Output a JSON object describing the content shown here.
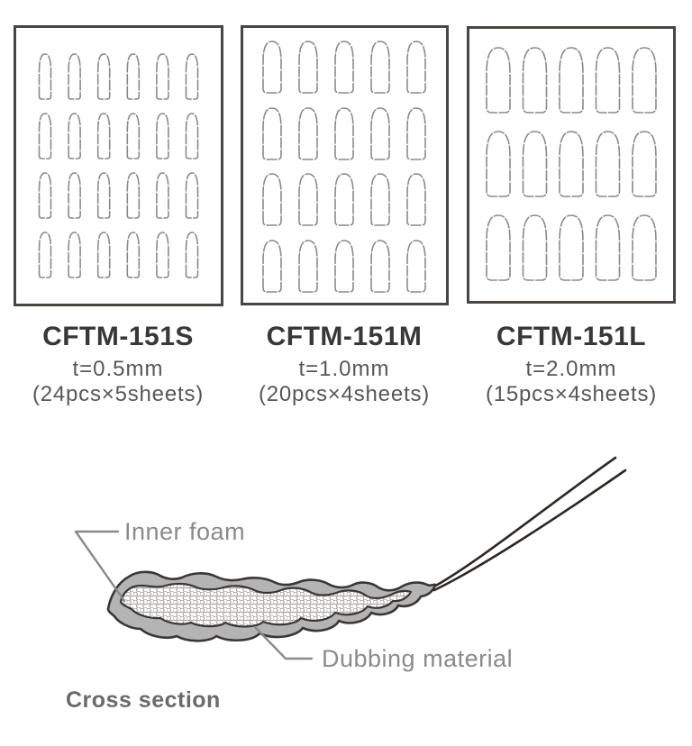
{
  "sheets": [
    {
      "model": "CFTM-151S",
      "thickness": "t=0.5mm",
      "count": "(24pcs×5sheets)",
      "rows": 4,
      "cols": 6,
      "pieces_per_sheet": 24
    },
    {
      "model": "CFTM-151M",
      "thickness": "t=1.0mm",
      "count": "(20pcs×4sheets)",
      "rows": 4,
      "cols": 5,
      "pieces_per_sheet": 20
    },
    {
      "model": "CFTM-151L",
      "thickness": "t=2.0mm",
      "count": "(15pcs×4sheets)",
      "rows": 3,
      "cols": 5,
      "pieces_per_sheet": 15
    }
  ],
  "cross_section": {
    "caption": "Cross section",
    "inner_foam_label": "Inner foam",
    "dubbing_label": "Dubbing material"
  },
  "colors": {
    "panel_border": "#494542",
    "cut_line": "#8a8a8a",
    "title": "#383838",
    "subtitle": "#575757",
    "annotation": "#8a8a8a",
    "caption": "#6a6a6a",
    "dubbing_fill": "#b4b4b4",
    "outline": "#3a3634",
    "thread": "#2d2723",
    "dot": "#979390"
  }
}
